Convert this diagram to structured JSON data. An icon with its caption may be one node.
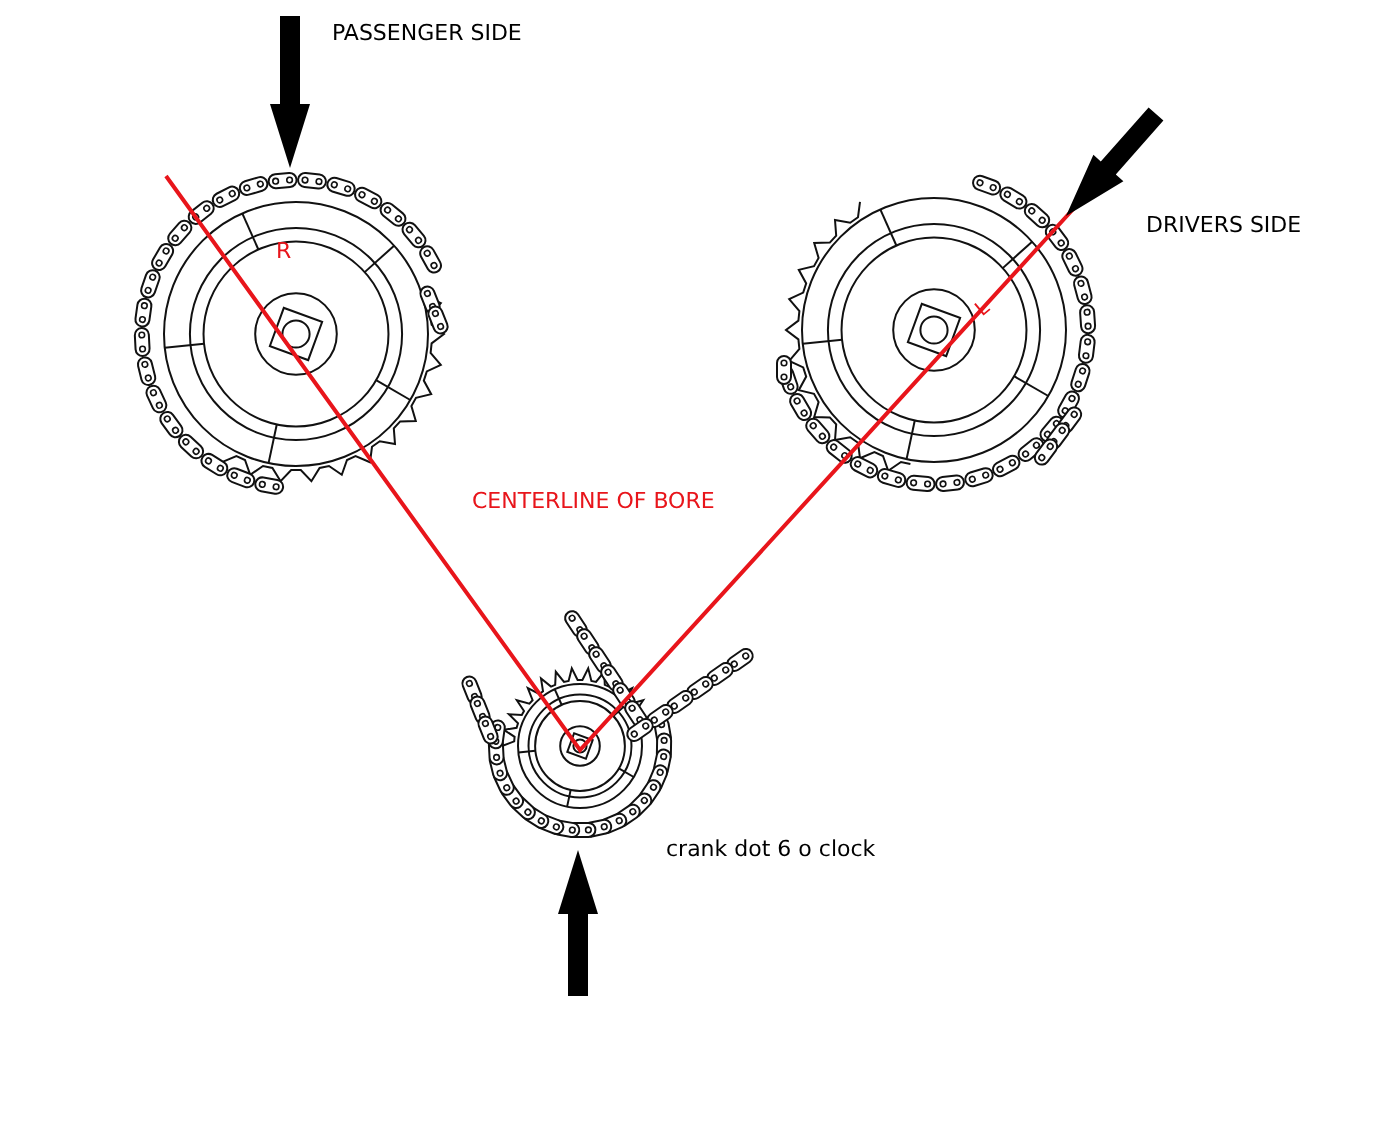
{
  "diagram": {
    "labels": [
      "PASSENGER SIDE",
      "R",
      "DRIVERS SIDE",
      "L",
      "CENTERLINE OF BORE",
      "crank dot 6 o clock"
    ]
  }
}
